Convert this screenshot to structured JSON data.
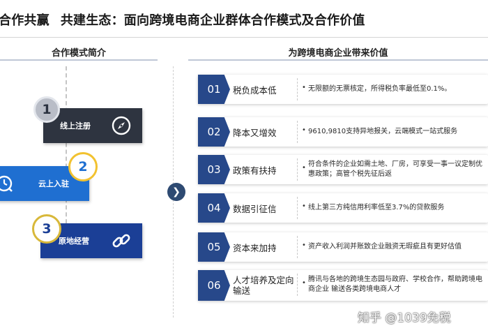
{
  "title": {
    "part1": "合作共赢",
    "part2": "共建生态：面向跨境电商企业群体合作模式及合作价值"
  },
  "left_panel": {
    "heading": "合作模式简介",
    "steps": [
      {
        "number": "1",
        "label": "线上注册",
        "icon": "compass-icon"
      },
      {
        "number": "2",
        "label": "云上入驻",
        "icon": "clock-icon"
      },
      {
        "number": "3",
        "label": "原地经营",
        "icon": "link-icon"
      }
    ]
  },
  "right_panel": {
    "heading": "为跨境电商企业带来价值",
    "items": [
      {
        "number": "01",
        "title": "税负成本低",
        "desc": "无限额的无票核定，所得税负率最低至0.1%。"
      },
      {
        "number": "02",
        "title": "降本又增效",
        "desc": "9610,9810支持异地报关，云端模式一站式服务"
      },
      {
        "number": "03",
        "title": "政策有扶持",
        "desc": "符合条件的企业如需土地、厂房，可享受一事一议定制优惠政策；高管个税先征后返"
      },
      {
        "number": "04",
        "title": "数据引征信",
        "desc": "线上第三方纯信用利率低至3.7%的贷款服务"
      },
      {
        "number": "05",
        "title": "资本来加持",
        "desc": "资产收入利润并账致企业融资无瑕疵且有更好估值"
      },
      {
        "number": "06",
        "title": "人才培养及定向输送",
        "desc": "腾讯与各地的跨境生态园与政府、学校合作，帮助跨境电商企业 输送各类跨境电商人才"
      }
    ]
  },
  "watermark": "知乎 @1039免税",
  "colors": {
    "navy": "#27488a",
    "dark": "#2e3440",
    "blue": "#1f6fd1",
    "deep_blue": "#1b3f96",
    "gold": "#f2c230"
  }
}
